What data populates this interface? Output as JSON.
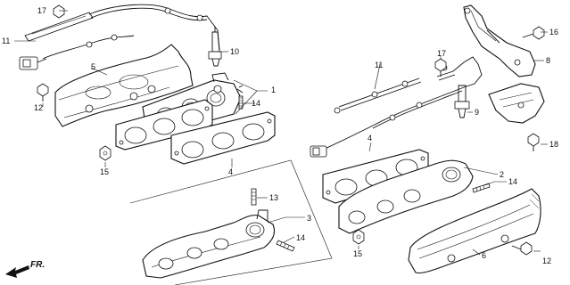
{
  "diagram": {
    "callouts": {
      "c1": "1",
      "c2": "2",
      "c3": "3",
      "c4a": "4",
      "c4b": "4",
      "c5": "5",
      "c6": "6",
      "c8": "8",
      "c9": "9",
      "c10": "10",
      "c11a": "11",
      "c11b": "11",
      "c12a": "12",
      "c12b": "12",
      "c13": "13",
      "c14a": "14",
      "c14b": "14",
      "c14c": "14",
      "c15a": "15",
      "c15b": "15",
      "c16": "16",
      "c17a": "17",
      "c17b": "17",
      "c18": "18"
    },
    "direction_label": "FR."
  }
}
